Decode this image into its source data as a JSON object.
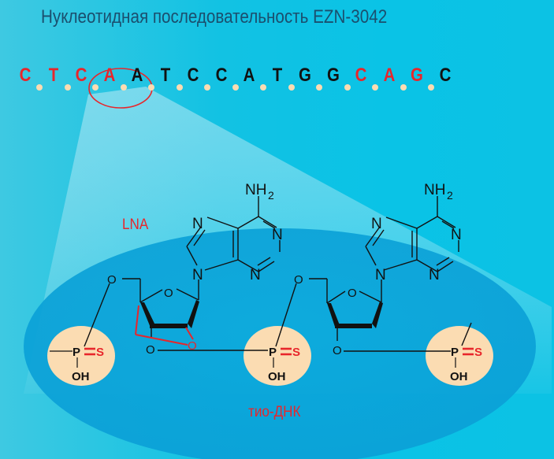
{
  "title": "Нуклеотидная последовательность EZN-3042",
  "sequence": {
    "letters": [
      {
        "base": "C",
        "color": "#e8262b"
      },
      {
        "base": "T",
        "color": "#e8262b"
      },
      {
        "base": "C",
        "color": "#e8262b"
      },
      {
        "base": "A",
        "color": "#e8262b"
      },
      {
        "base": "A",
        "color": "#111111"
      },
      {
        "base": "T",
        "color": "#111111"
      },
      {
        "base": "C",
        "color": "#111111"
      },
      {
        "base": "C",
        "color": "#111111"
      },
      {
        "base": "A",
        "color": "#111111"
      },
      {
        "base": "T",
        "color": "#111111"
      },
      {
        "base": "G",
        "color": "#111111"
      },
      {
        "base": "G",
        "color": "#111111"
      },
      {
        "base": "C",
        "color": "#e8262b"
      },
      {
        "base": "A",
        "color": "#e8262b"
      },
      {
        "base": "G",
        "color": "#e8262b"
      },
      {
        "base": "C",
        "color": "#111111"
      }
    ],
    "highlighted_pair": "A A",
    "dot_color": "#fbdcb2"
  },
  "labels": {
    "lna": "LNA",
    "thio_dna": "тио-ДНК"
  },
  "structure": {
    "nucleobase_left": {
      "amine": "NH",
      "amine_sub": "2",
      "n1": "N",
      "n3": "N",
      "n7": "N",
      "n9": "N"
    },
    "nucleobase_right": {
      "amine": "NH",
      "amine_sub": "2",
      "n1": "N",
      "n3": "N",
      "n7": "N",
      "n9": "N"
    },
    "sugar_left": {
      "ring_o": "O",
      "o5": "O",
      "o3": "O",
      "bridge_o": "O"
    },
    "sugar_right": {
      "ring_o": "O",
      "o5": "O",
      "o3": "O"
    },
    "phosphates": [
      {
        "p": "P",
        "s": "S",
        "oh": "OH"
      },
      {
        "p": "P",
        "s": "S",
        "oh": "OH"
      },
      {
        "p": "P",
        "s": "S",
        "oh": "OH"
      }
    ]
  },
  "colors": {
    "background": "#12c2e3",
    "oval": "#0aa6d9",
    "phosphate_bubble": "#fbdcb2",
    "accent_red": "#e8262b",
    "title_text": "#1b4f6e"
  }
}
